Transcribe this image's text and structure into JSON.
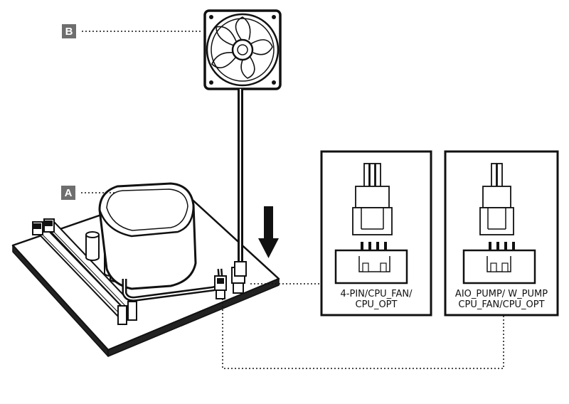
{
  "callouts": {
    "a": "A",
    "b": "B"
  },
  "connectors": {
    "left": {
      "line1": "4-PIN/CPU_FAN/",
      "line2": "CPU_OPT"
    },
    "right": {
      "line1": "AIO_PUMP/ W_PUMP",
      "line2": "CPU_FAN/CPU_OPT"
    }
  },
  "colors": {
    "callout_badge": "#6e6e6e",
    "line": "#111111",
    "fill": "#ffffff"
  }
}
